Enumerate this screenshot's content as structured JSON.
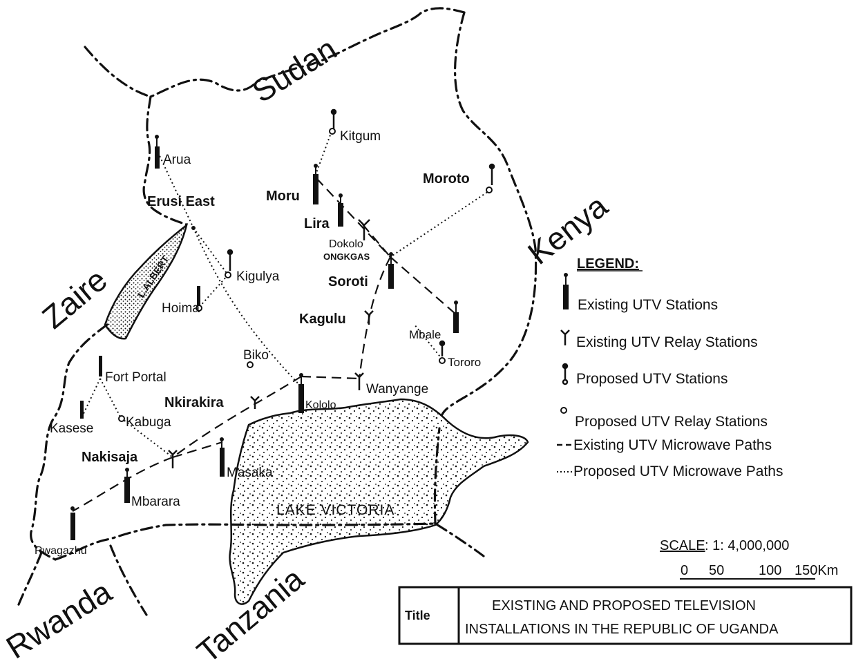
{
  "countries": {
    "sudan": "Sudan",
    "kenya": "Kenya",
    "zaire": "Zaire",
    "rwanda": "Rwanda",
    "tanzania": "Tanzania"
  },
  "lakes": {
    "victoria": "LAKE  VICTORIA",
    "albert": "L.ALBERT",
    "kyoga": "ONGKGAS"
  },
  "towns": {
    "kitgum": "Kitgum",
    "arua": "Arua",
    "erusi_east": "Erusi East",
    "moru": "Moru",
    "lira": "Lira",
    "moroto": "Moroto",
    "dokolo": "Dokolo",
    "kigulya": "Kigulya",
    "soroti": "Soroti",
    "hoima": "Hoima",
    "kagulu": "Kagulu",
    "mbale": "Mbale",
    "tororo": "Tororo",
    "biko": "Biko",
    "fort_portal": "Fort Portal",
    "wanyange": "Wanyange",
    "nkirakira": "Nkirakira",
    "kololo": "Kololo",
    "kasese": "Kasese",
    "kabuga": "Kabuga",
    "nakisaja": "Nakisaja",
    "masaka": "Masaka",
    "mbarara": "Mbarara",
    "rwagazhu": "Rwagazhu"
  },
  "legend": {
    "heading": "LEGEND:",
    "items": [
      {
        "icon": "existing-station-icon",
        "label": "Existing  UTV  Stations"
      },
      {
        "icon": "existing-relay-icon",
        "label": "Existing  UTV  Relay  Stations"
      },
      {
        "icon": "proposed-station-icon",
        "label": "Proposed  UTV  Stations"
      },
      {
        "icon": "proposed-relay-icon",
        "label": "Proposed  UTV  Relay  Stations"
      },
      {
        "icon": "existing-path-icon",
        "label": "Existing  UTV  Microwave  Paths"
      },
      {
        "icon": "proposed-path-icon",
        "label": "Proposed UTV  Microwave  Paths"
      }
    ]
  },
  "scale": {
    "label": "SCALE",
    "ratio": ": 1: 4,000,000",
    "ticks": [
      "0",
      "50",
      "100",
      "150Km"
    ]
  },
  "title_box": {
    "label": "Title",
    "line1": "EXISTING  AND  PROPOSED  TELEVISION",
    "line2": "INSTALLATIONS IN THE  REPUBLIC  OF  UGANDA"
  }
}
